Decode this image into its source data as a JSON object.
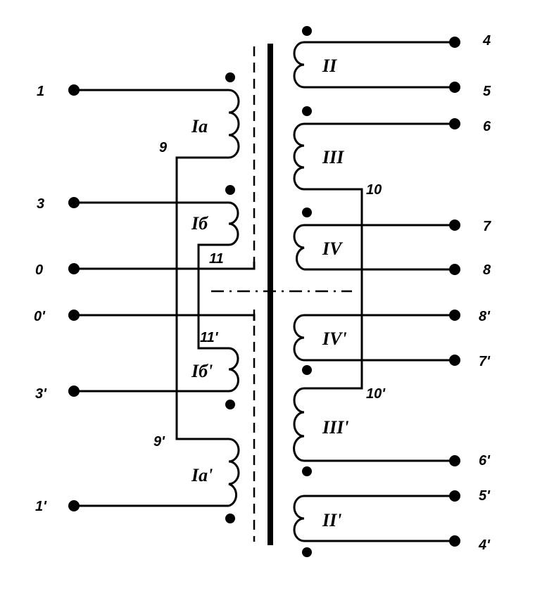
{
  "terminals_left": {
    "t1": "1",
    "t3": "3",
    "t0": "0",
    "t0p": "0'",
    "t3p": "3'",
    "t1p": "1'"
  },
  "terminals_right": {
    "t4": "4",
    "t5": "5",
    "t6": "6",
    "t7": "7",
    "t8": "8",
    "t8p": "8'",
    "t7p": "7'",
    "t6p": "6'",
    "t5p": "5'",
    "t4p": "4'"
  },
  "junctions": {
    "j9": "9",
    "j9p": "9'",
    "j10": "10",
    "j10p": "10'",
    "j11": "11",
    "j11p": "11'"
  },
  "windings": {
    "Ia": "Ia",
    "Ib": "Iб",
    "Ibp": "Iб'",
    "Iap": "Ia'",
    "II": "II",
    "III": "III",
    "IV": "IV",
    "IVp": "IV'",
    "IIIp": "III'",
    "IIp": "II'"
  }
}
